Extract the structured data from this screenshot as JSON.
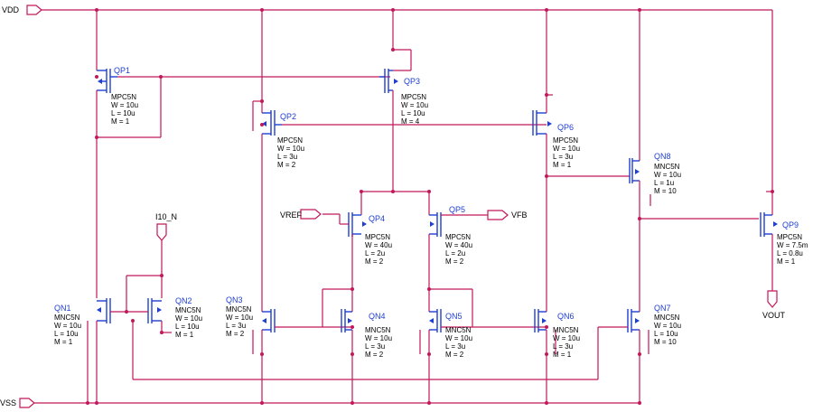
{
  "nets": {
    "vdd": "VDD",
    "vss": "VSS",
    "vref": "VREF",
    "vfb": "VFB",
    "i10n": "I10_N",
    "vout": "VOUT"
  },
  "devices": {
    "qp1": {
      "name": "QP1",
      "model": "MPC5N",
      "w": "W = 10u",
      "l": "L = 10u",
      "m": "M = 1"
    },
    "qp2": {
      "name": "QP2",
      "model": "MPC5N",
      "w": "W = 10u",
      "l": "L = 3u",
      "m": "M = 2"
    },
    "qp3": {
      "name": "QP3",
      "model": "MPC5N",
      "w": "W = 10u",
      "l": "L = 10u",
      "m": "M = 4"
    },
    "qp4": {
      "name": "QP4",
      "model": "MPC5N",
      "w": "W = 40u",
      "l": "L = 2u",
      "m": "M = 2"
    },
    "qp5": {
      "name": "QP5",
      "model": "MPC5N",
      "w": "W = 40u",
      "l": "L = 2u",
      "m": "M = 2"
    },
    "qp6": {
      "name": "QP6",
      "model": "MPC5N",
      "w": "W = 10u",
      "l": "L = 3u",
      "m": "M = 1"
    },
    "qp9": {
      "name": "QP9",
      "model": "MPC5N",
      "w": "W = 7.5m",
      "l": "L = 0.8u",
      "m": "M = 1"
    },
    "qn1": {
      "name": "QN1",
      "model": "MNC5N",
      "w": "W = 10u",
      "l": "L = 10u",
      "m": "M = 1"
    },
    "qn2": {
      "name": "QN2",
      "model": "MNC5N",
      "w": "W = 10u",
      "l": "L = 10u",
      "m": "M = 1"
    },
    "qn3": {
      "name": "QN3",
      "model": "MNC5N",
      "w": "W = 10u",
      "l": "L = 3u",
      "m": "M = 2"
    },
    "qn4": {
      "name": "QN4",
      "model": "MNC5N",
      "w": "W = 10u",
      "l": "L = 3u",
      "m": "M = 2"
    },
    "qn5": {
      "name": "QN5",
      "model": "MNC5N",
      "w": "W = 10u",
      "l": "L = 3u",
      "m": "M = 2"
    },
    "qn6": {
      "name": "QN6",
      "model": "MNC5N",
      "w": "W = 10u",
      "l": "L = 3u",
      "m": "M = 1"
    },
    "qn7": {
      "name": "QN7",
      "model": "MNC5N",
      "w": "W = 10u",
      "l": "L = 10u",
      "m": "M = 10"
    },
    "qn8": {
      "name": "QN8",
      "model": "MNC5N",
      "w": "W = 10u",
      "l": "L = 1u",
      "m": "M = 10"
    }
  },
  "colors": {
    "wire": "#c2185b",
    "device": "#1f3fd0",
    "text": "#000000"
  }
}
